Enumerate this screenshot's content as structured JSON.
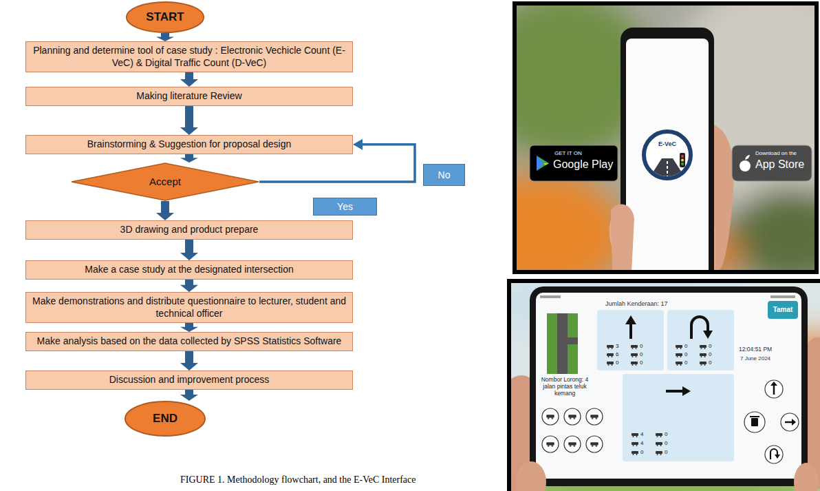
{
  "diagram": {
    "caption": "FIGURE 1. Methodology flowchart, and the E-VeC Interface",
    "nodes": [
      {
        "text": [
          "START"
        ]
      },
      {
        "text": [
          "Planning and determine tool of case study : Electronic Vechicle Count (E-VeC) & Digital Traffic Count (D-VeC)"
        ]
      },
      {
        "text": [
          "Making literature Review"
        ]
      },
      {
        "text": [
          "Brainstorming & Suggestion for proposal design"
        ]
      },
      {
        "text": [
          "Accept"
        ]
      },
      {
        "text": [
          "3D drawing and product prepare"
        ]
      },
      {
        "text": [
          "Make a case study at the designated intersection"
        ]
      },
      {
        "text": [
          "Make demonstrations and distribute questionnaire to lecturer, student and technical officer"
        ]
      },
      {
        "text": [
          "Make analysis based on the data collected by SPSS Statistics Software"
        ]
      },
      {
        "text": [
          "Discussion and improvement process"
        ]
      },
      {
        "text": [
          "END"
        ]
      }
    ],
    "edges": [
      {
        "from": 0,
        "to": 1,
        "arrow": "to"
      },
      {
        "from": 1,
        "to": 2,
        "arrow": "to"
      },
      {
        "from": 2,
        "to": 3,
        "arrow": "to"
      },
      {
        "from": 3,
        "to": 4,
        "arrow": "to"
      },
      {
        "from": 4,
        "to": 5,
        "label": "Yes",
        "arrow": "to"
      },
      {
        "from": 5,
        "to": 6,
        "arrow": "to"
      },
      {
        "from": 6,
        "to": 7,
        "arrow": "to"
      },
      {
        "from": 7,
        "to": 8,
        "arrow": "to"
      },
      {
        "from": 8,
        "to": 9,
        "arrow": "to"
      },
      {
        "from": 9,
        "to": 10,
        "arrow": "to"
      },
      {
        "from": 4,
        "to": 3,
        "label": "No",
        "arrow": "to"
      }
    ],
    "labels": [
      "GET IT ON",
      "Google Play",
      "E-VeC",
      "Download on the",
      "App Store",
      "Jumlah Kenderaan: 17",
      "Tamat",
      "Nombor Lorong: 4 jalan pintas teluk kemang",
      "3",
      "0",
      "6",
      "0",
      "0",
      "0",
      "0",
      "0",
      "0",
      "0",
      "0",
      "0",
      "4",
      "0",
      "4",
      "0",
      "0",
      "0",
      "12:04:51 PM",
      "7 June 2024"
    ]
  }
}
